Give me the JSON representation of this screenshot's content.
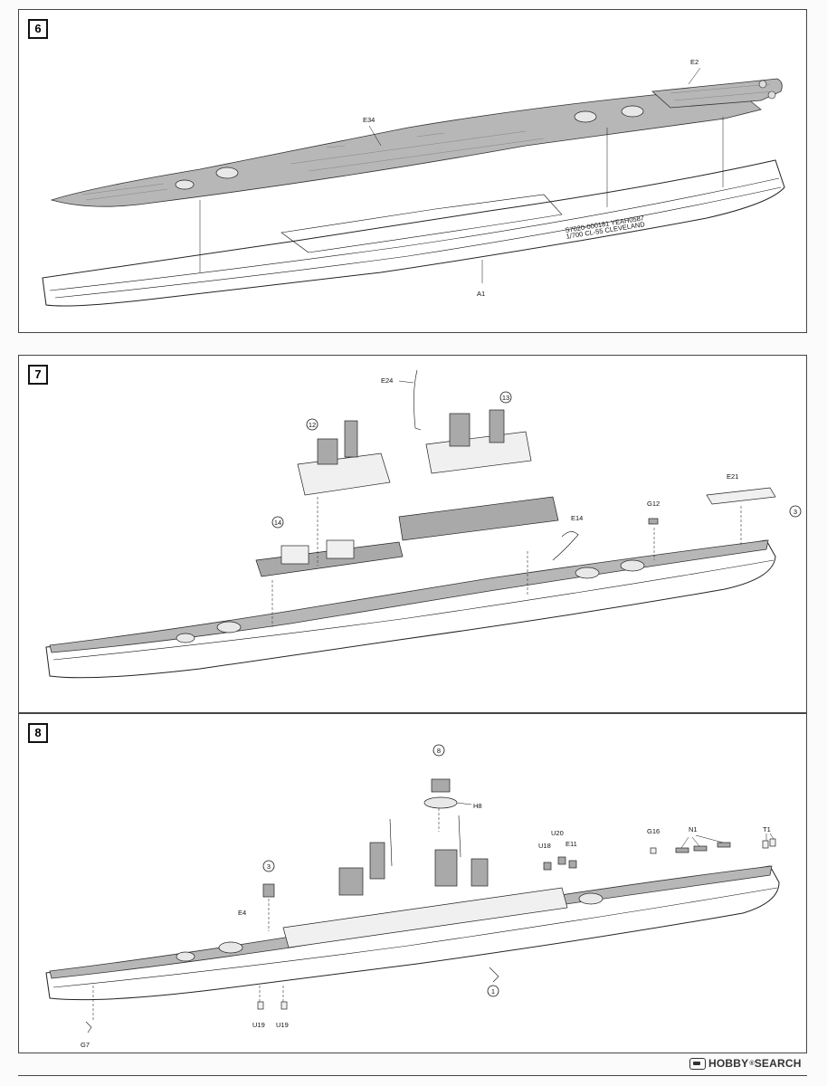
{
  "watermark": {
    "brand": "HOBBY",
    "suffix": " SEARCH",
    "registered": "®",
    "icon": "hobbysearch-logo"
  },
  "steps": [
    {
      "number": "6",
      "labels": {
        "deck": "E34",
        "aft_deck": "E2",
        "hull": "A1"
      },
      "hull_marking": {
        "line1": "S7020-000181 YEAH0587",
        "line2": "1/700 CL-55 CLEVELAND"
      }
    },
    {
      "number": "7",
      "labels": {
        "mast": "E24",
        "splinter": "E14",
        "catapult": "E21",
        "crane": "G12"
      },
      "subassemblies": {
        "forward_bridge": "12",
        "aft_tower": "13",
        "forward_turrets": "14"
      },
      "reference": "3"
    },
    {
      "number": "8",
      "labels": {
        "platform": "H8",
        "searchlight": "E4",
        "mount_a": "U20",
        "mount_b": "U18",
        "box": "E11",
        "mount_c": "G16",
        "floats": "N1",
        "tops": "T1",
        "lower_a": "U19",
        "lower_b": "U19",
        "bow_part": "G7"
      },
      "subassemblies": {
        "top_director": "8",
        "aft_fitting": "1"
      },
      "reference": "3"
    }
  ]
}
